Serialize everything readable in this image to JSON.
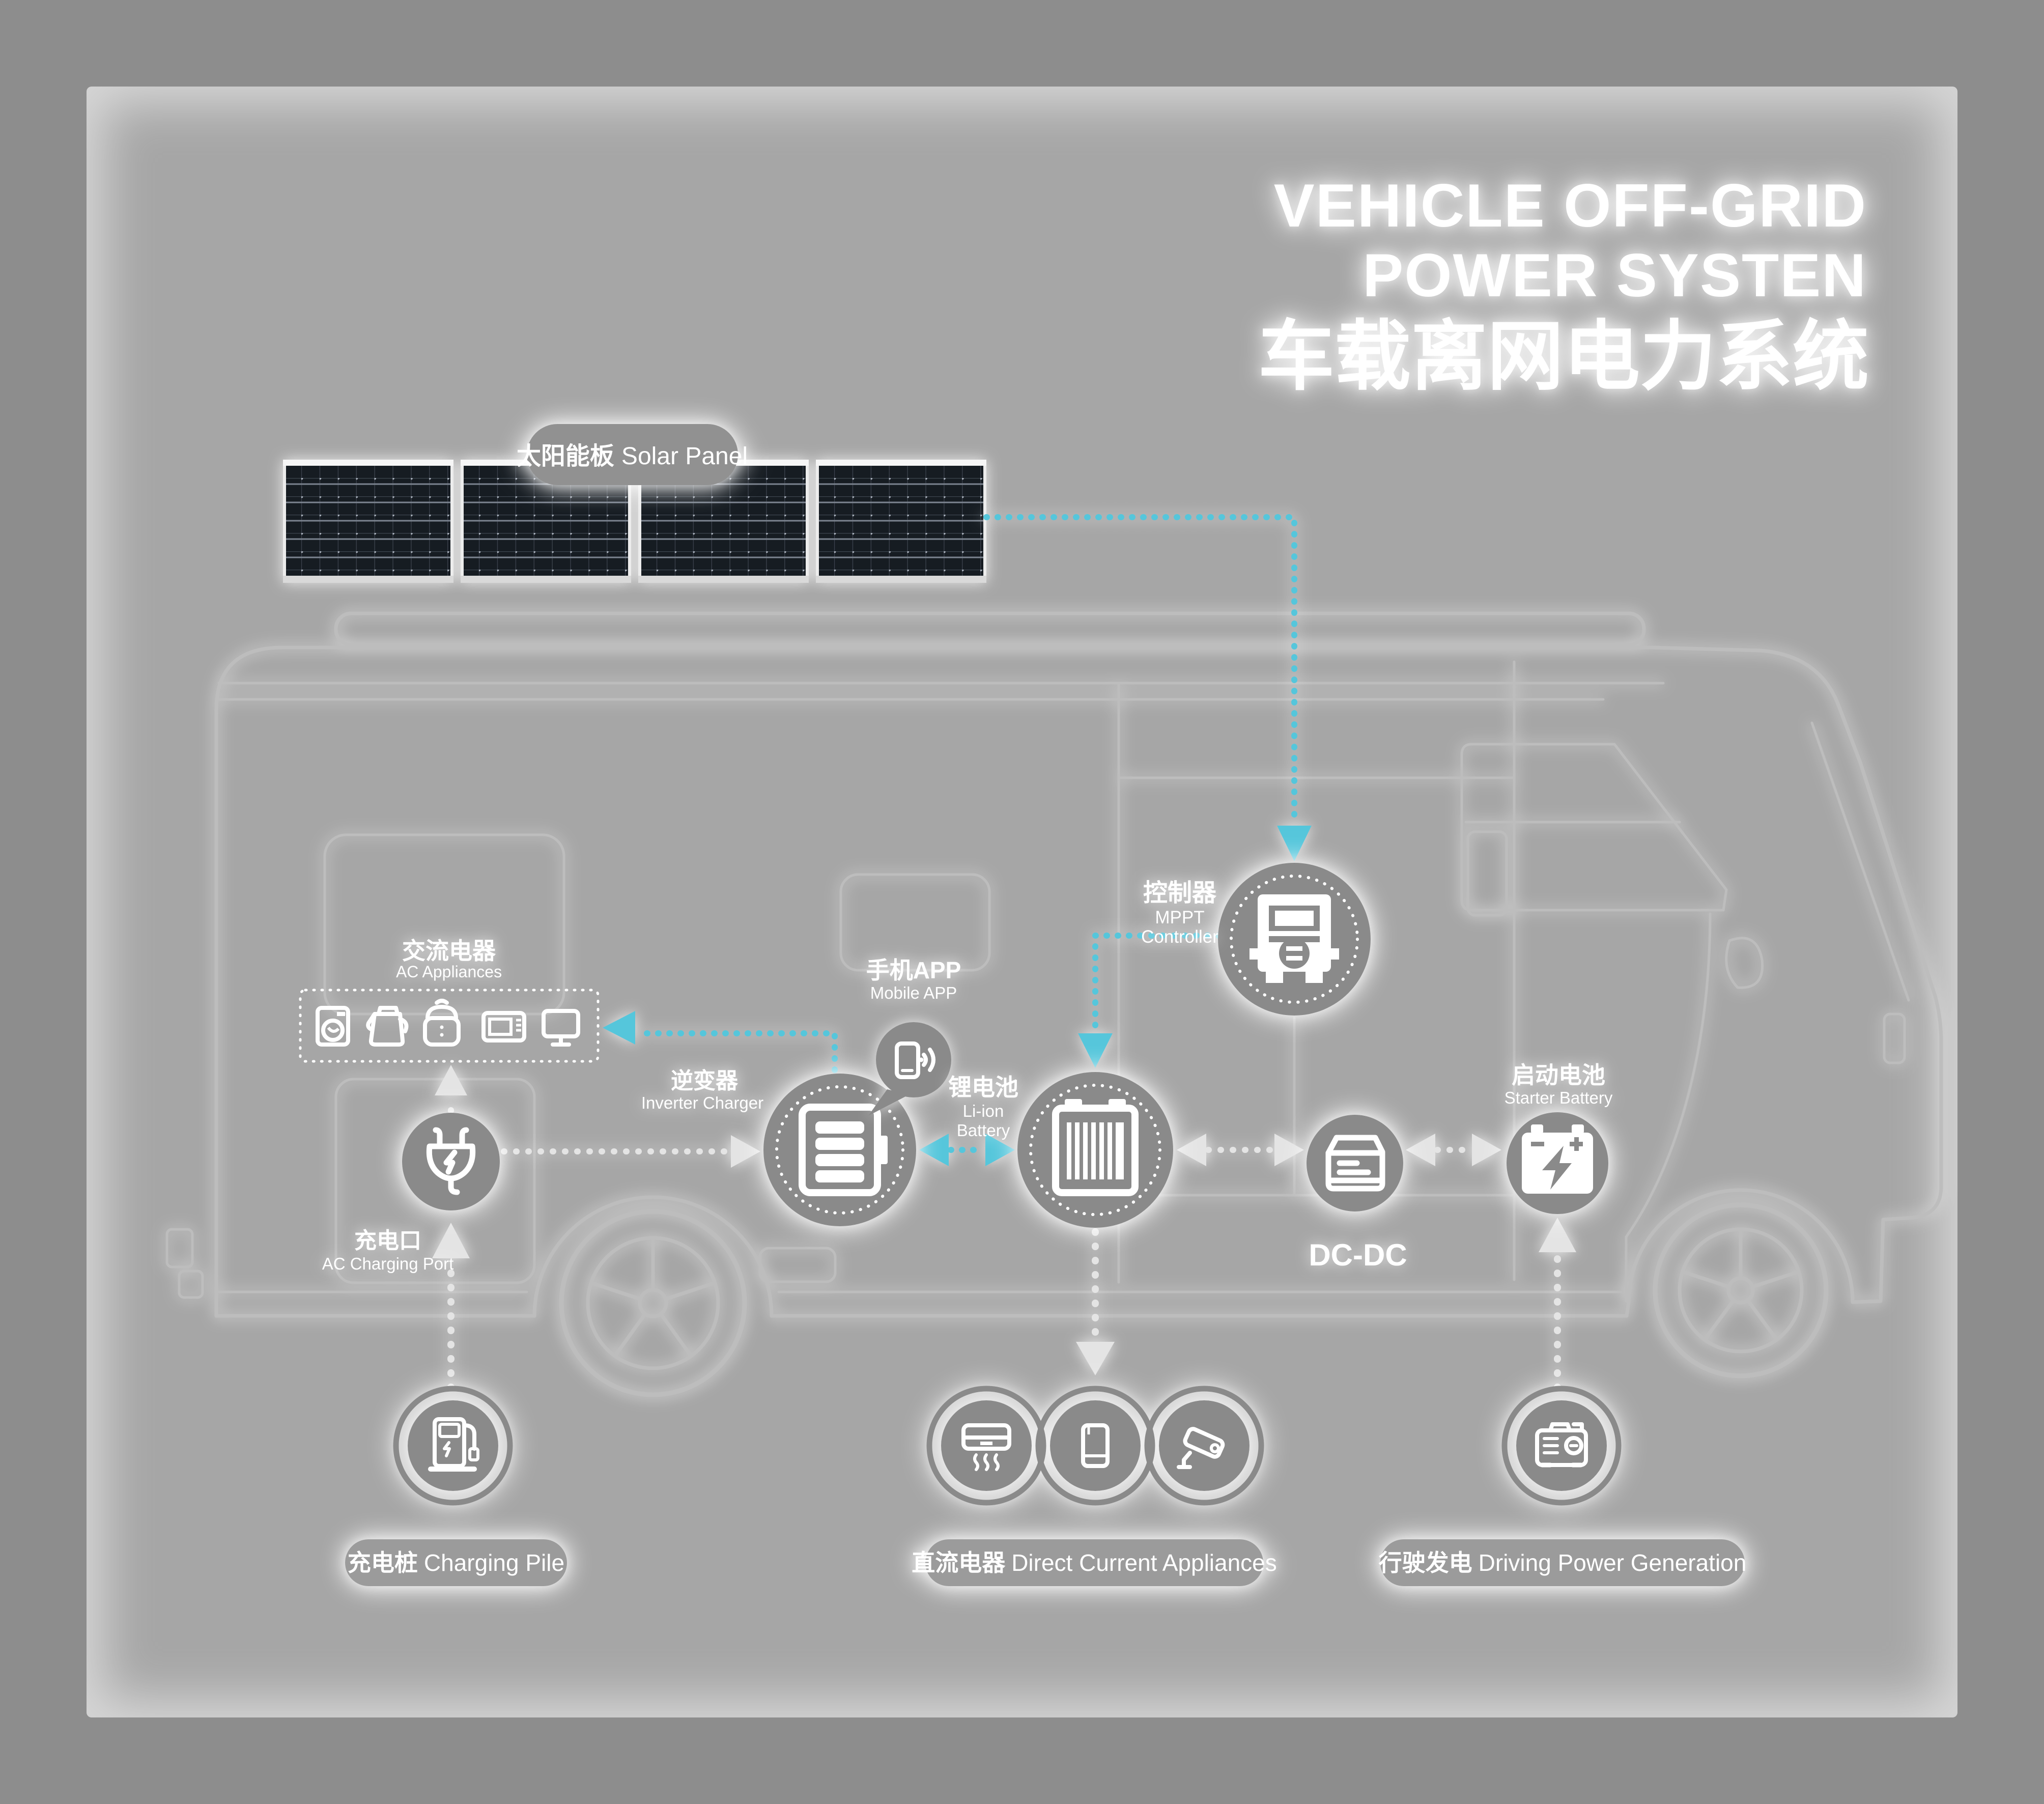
{
  "title": {
    "line1": "VEHICLE OFF-GRID",
    "line2": "POWER SYSTEN",
    "line3": "车载离网电力系统"
  },
  "solar_panel": {
    "label_cn": "太阳能板",
    "label_en": "Solar Panel",
    "panel_count": 4
  },
  "nodes": {
    "mppt": {
      "label_cn": "控制器",
      "label_en_line1": "MPPT",
      "label_en_line2": "Controller"
    },
    "mobile_app": {
      "label_cn": "手机APP",
      "label_en": "Mobile APP"
    },
    "ac_appliances": {
      "label_cn": "交流电器",
      "label_en": "AC Appliances",
      "icons": [
        "washing-machine-icon",
        "kettle-icon",
        "rice-cooker-icon",
        "microwave-icon",
        "monitor-icon"
      ]
    },
    "inverter": {
      "label_cn": "逆变器",
      "label_en": "Inverter Charger"
    },
    "li_battery": {
      "label_cn": "锂电池",
      "label_en_line1": "Li-ion",
      "label_en_line2": "Battery"
    },
    "charging_port": {
      "label_cn": "充电口",
      "label_en": "AC Charging Port"
    },
    "dcdc": {
      "label": "DC-DC"
    },
    "starter_battery": {
      "label_cn": "启动电池",
      "label_en": "Starter Battery"
    }
  },
  "footer": {
    "charging_pile": {
      "label_cn": "充电桩",
      "label_en": "Charging Pile"
    },
    "dc_appliances": {
      "label_cn": "直流电器",
      "label_en": "Direct Current Appliances",
      "icons": [
        "air-conditioner-icon",
        "smartphone-icon",
        "cctv-camera-icon"
      ]
    },
    "driving_gen": {
      "label_cn": "行驶发电",
      "label_en": "Driving Power Generation"
    }
  },
  "colors": {
    "background": "#8d8d8d",
    "inner_panel": "#a6a6a6",
    "node_fill": "#8a8a8a",
    "accent_cyan": "#55c6db",
    "arrow_light": "#e4e4e4",
    "vehicle_line": "#bdbdbd",
    "solar_cell": "#161a21",
    "text": "#ffffff"
  }
}
